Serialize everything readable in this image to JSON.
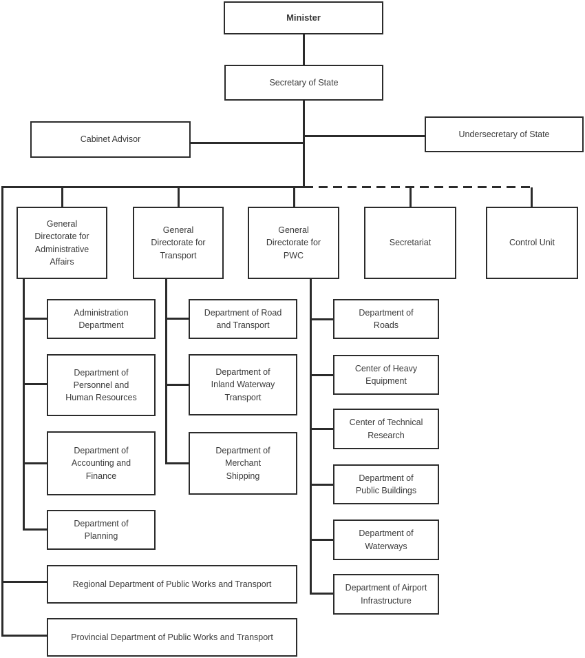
{
  "diagram": {
    "type": "org-chart",
    "background": "#ffffff",
    "line_color": "#2b2b2b",
    "text_color": "#3a3a3a",
    "nodes": {
      "minister": {
        "label": "Minister"
      },
      "secretary_of_state": {
        "label": "Secretary of State"
      },
      "cabinet_advisor": {
        "label": "Cabinet Advisor"
      },
      "undersecretary_of_state": {
        "label": "Undersecretary of State"
      },
      "gd_admin_affairs": {
        "label": "General\nDirectorate for\nAdministrative\nAffairs"
      },
      "gd_transport": {
        "label": "General\nDirectorate for\nTransport"
      },
      "gd_pwc": {
        "label": "General\nDirectorate for\nPWC"
      },
      "secretariat": {
        "label": "Secretariat"
      },
      "control_unit": {
        "label": "Control Unit"
      },
      "administration_department": {
        "label": "Administration\nDepartment"
      },
      "personnel_hr": {
        "label": "Department of\nPersonnel and\nHuman Resources"
      },
      "accounting_finance": {
        "label": "Department of\nAccounting and\nFinance"
      },
      "planning": {
        "label": "Department of\nPlanning"
      },
      "road_and_transport": {
        "label": "Department of Road\nand Transport"
      },
      "inland_waterway": {
        "label": "Department of\nInland Waterway\nTransport"
      },
      "merchant_shipping": {
        "label": "Department of\nMerchant\nShipping"
      },
      "roads": {
        "label": "Department of\nRoads"
      },
      "heavy_equipment": {
        "label": "Center of Heavy\nEquipment"
      },
      "technical_research": {
        "label": "Center of Technical\nResearch"
      },
      "public_buildings": {
        "label": "Department of\nPublic Buildings"
      },
      "waterways": {
        "label": "Department of\nWaterways"
      },
      "airport_infrastructure": {
        "label": "Department of Airport\nInfrastructure"
      },
      "regional_dept": {
        "label": "Regional Department of Public Works and Transport"
      },
      "provincial_dept": {
        "label": "Provincial Department of Public Works and Transport"
      }
    },
    "edges": [
      {
        "from": "minister",
        "to": "secretary_of_state",
        "style": "solid"
      },
      {
        "from": "secretary_of_state",
        "to": "cabinet_advisor",
        "style": "solid"
      },
      {
        "from": "secretary_of_state",
        "to": "undersecretary_of_state",
        "style": "solid"
      },
      {
        "from": "secretary_of_state",
        "to": "gd_admin_affairs",
        "style": "solid"
      },
      {
        "from": "secretary_of_state",
        "to": "gd_transport",
        "style": "solid"
      },
      {
        "from": "secretary_of_state",
        "to": "gd_pwc",
        "style": "solid"
      },
      {
        "from": "secretary_of_state",
        "to": "secretariat",
        "style": "dashed"
      },
      {
        "from": "secretary_of_state",
        "to": "control_unit",
        "style": "dashed"
      },
      {
        "from": "gd_admin_affairs",
        "to": "administration_department",
        "style": "solid"
      },
      {
        "from": "gd_admin_affairs",
        "to": "personnel_hr",
        "style": "solid"
      },
      {
        "from": "gd_admin_affairs",
        "to": "accounting_finance",
        "style": "solid"
      },
      {
        "from": "gd_admin_affairs",
        "to": "planning",
        "style": "solid"
      },
      {
        "from": "gd_transport",
        "to": "road_and_transport",
        "style": "solid"
      },
      {
        "from": "gd_transport",
        "to": "inland_waterway",
        "style": "solid"
      },
      {
        "from": "gd_transport",
        "to": "merchant_shipping",
        "style": "solid"
      },
      {
        "from": "gd_pwc",
        "to": "roads",
        "style": "solid"
      },
      {
        "from": "gd_pwc",
        "to": "heavy_equipment",
        "style": "solid"
      },
      {
        "from": "gd_pwc",
        "to": "technical_research",
        "style": "solid"
      },
      {
        "from": "gd_pwc",
        "to": "public_buildings",
        "style": "solid"
      },
      {
        "from": "gd_pwc",
        "to": "waterways",
        "style": "solid"
      },
      {
        "from": "gd_pwc",
        "to": "airport_infrastructure",
        "style": "solid"
      },
      {
        "from": "secretary_of_state",
        "to": "regional_dept",
        "style": "solid"
      },
      {
        "from": "secretary_of_state",
        "to": "provincial_dept",
        "style": "solid"
      }
    ]
  }
}
